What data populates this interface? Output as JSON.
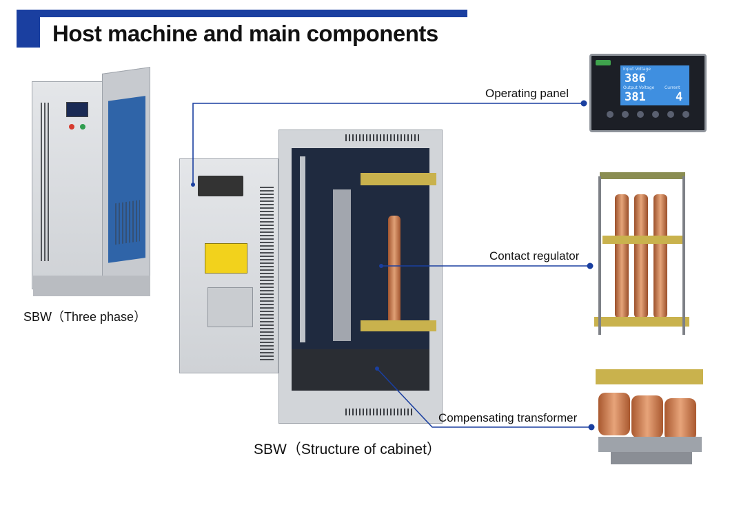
{
  "header": {
    "title": "Host machine and main components"
  },
  "captions": {
    "three_phase": "SBW（Three phase）",
    "cabinet": "SBW（Structure of cabinet）"
  },
  "callouts": {
    "operating_panel": "Operating panel",
    "contact_regulator": "Contact regulator",
    "compensating_transformer": "Compensating transformer"
  },
  "panel_display": {
    "input_voltage_label": "Input Voltage",
    "input_voltage": "386",
    "output_voltage_label": "Output Voltage",
    "output_voltage": "381",
    "current_label": "Current",
    "current": "4"
  },
  "colors": {
    "accent": "#1a3fa0",
    "cabinet_blue": "#2f64a8",
    "copper": "#c9784a"
  }
}
